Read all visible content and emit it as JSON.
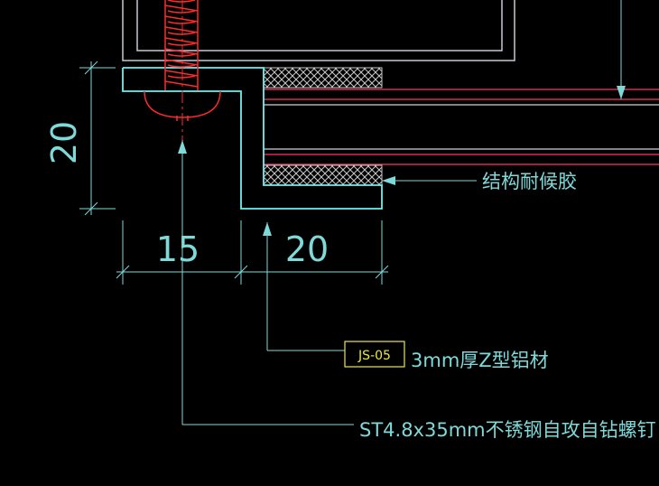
{
  "drawing": {
    "background": "#000000",
    "colors": {
      "outline": "#c8c8d8",
      "cyan": "#6ff0f0",
      "dim": "#7fd9d9",
      "red": "#ff2a2a",
      "magenta": "#ff2a6a",
      "yellow": "#e8e84a",
      "glass_line": "#ff3366"
    },
    "dimensions": {
      "vertical": "20",
      "horizontal_left": "15",
      "horizontal_right": "20"
    },
    "labels": {
      "sealant": "结构耐候胶",
      "tag": "JS-05",
      "profile": "3mm厚Z型铝材",
      "screw": "ST4.8x35mm不锈钢自攻自钻螺钉"
    }
  }
}
